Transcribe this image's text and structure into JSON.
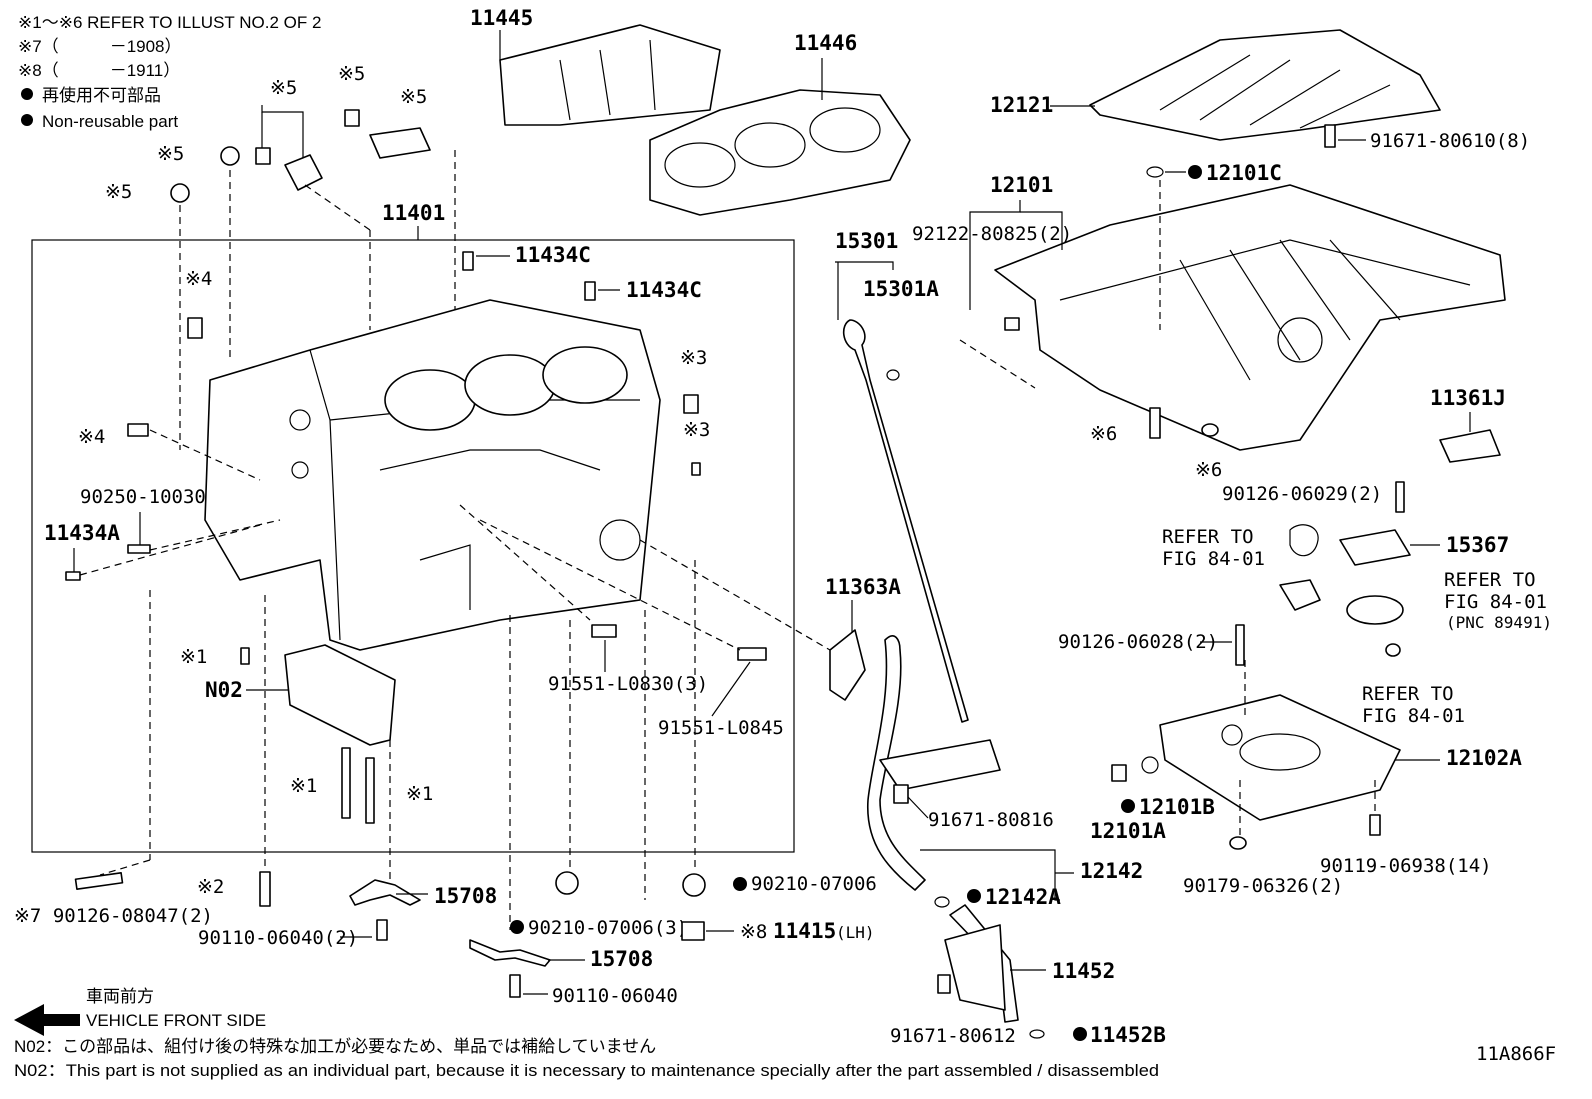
{
  "notes": {
    "line1": "※1～※6 REFER TO ILLUST NO.2 OF 2",
    "line2": "※7（　　　－1908）",
    "line3": "※8（　　　－1911）",
    "line4_jp": "再使用不可部品",
    "line5_en": "Non-reusable part"
  },
  "legend": {
    "front_jp": "車両前方",
    "front_en": "VEHICLE FRONT SIDE"
  },
  "footer": {
    "n02_jp": "N02：この部品は、組付け後の特殊な加工が必要なため、単品では補給していません",
    "n02_en": "N02：This part is not supplied as an individual part, because it is necessary to maintenance specially after the part assembled / disassembled",
    "figure_id": "11A866F"
  },
  "parts": {
    "p11445": "11445",
    "p11446": "11446",
    "p11401": "11401",
    "p11434c_1": "11434C",
    "p11434c_2": "11434C",
    "p15301": "15301",
    "p15301a": "15301A",
    "p12121": "12121",
    "p91671_80610": "91671-80610(8)",
    "p12101c": "12101C",
    "p12101": "12101",
    "p92122": "92122-80825(2)",
    "p11361j": "11361J",
    "p90126_06029": "90126-06029(2)",
    "p15367": "15367",
    "refer1": "REFER TO",
    "refer1b": "FIG 84-01",
    "refer2": "REFER TO",
    "refer2b": "FIG 84-01",
    "refer2c": "(PNC 89491)",
    "refer3": "REFER TO",
    "refer3b": "FIG 84-01",
    "p90126_06028": "90126-06028(2)",
    "p12102a": "12102A",
    "p12101b": "12101B",
    "p12101a": "12101A",
    "p90119": "90119-06938(14)",
    "p90179": "90179-06326(2)",
    "p11363a": "11363A",
    "p91671_80816": "91671-80816",
    "p12142": "12142",
    "p12142a": "12142A",
    "p11452": "11452",
    "p91671_80612": "91671-80612",
    "p11452b": "11452B",
    "p90250": "90250-10030",
    "p11434a": "11434A",
    "pn02": "N02",
    "p91551_l0830": "91551-L0830(3)",
    "p91551_l0845": "91551-L0845",
    "p90210_a": "90210-07006",
    "p90210_b": "90210-07006(3)",
    "p11415": "11415",
    "p11415_side": "(LH)",
    "p15708_a": "15708",
    "p15708_b": "15708",
    "p90110_a": "90110-06040(2)",
    "p90110_b": "90110-06040",
    "p90126_08047": "90126-08047(2)",
    "m5a": "※5",
    "m5b": "※5",
    "m5c": "※5",
    "m5d": "※5",
    "m5e": "※5",
    "m4a": "※4",
    "m4b": "※4",
    "m3a": "※3",
    "m3b": "※3",
    "m6a": "※6",
    "m6b": "※6",
    "m1a": "※1",
    "m1b": "※1",
    "m1c": "※1",
    "m2": "※2",
    "m7": "※7",
    "m8": "※8"
  }
}
